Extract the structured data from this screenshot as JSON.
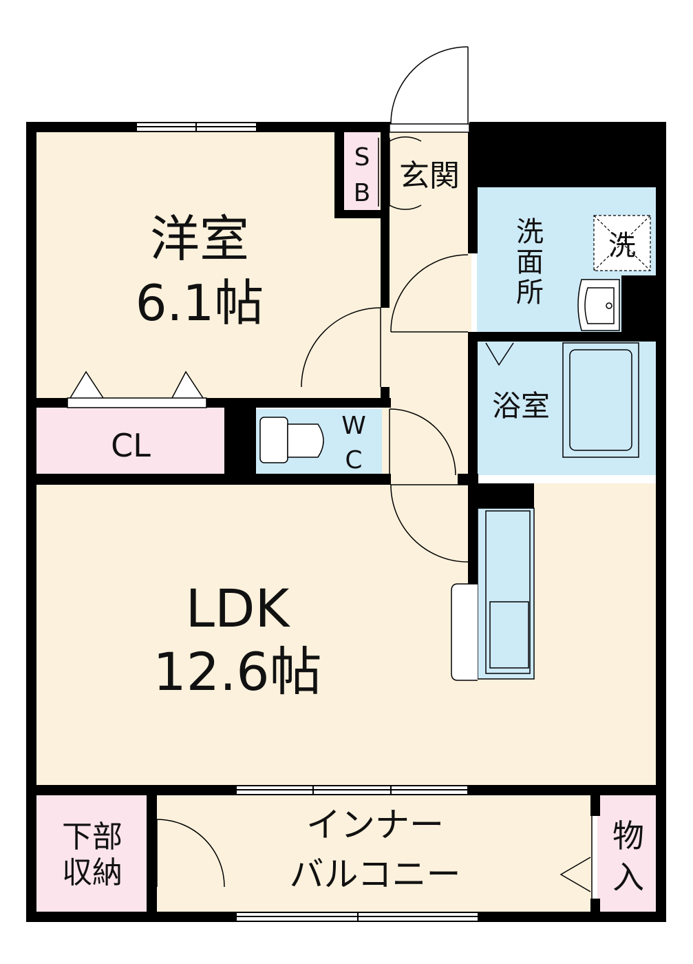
{
  "rooms": {
    "western": {
      "name": "洋室",
      "size": "6.1帖"
    },
    "closet": {
      "name": "CL"
    },
    "shoe_box": {
      "line1": "S",
      "line2": "B"
    },
    "entrance": {
      "name": "玄関"
    },
    "washroom": {
      "line1": "洗",
      "line2": "面",
      "line3": "所"
    },
    "washer": {
      "name": "洗"
    },
    "bath": {
      "name": "浴室"
    },
    "wc": {
      "line1": "W",
      "line2": "C"
    },
    "ldk": {
      "name": "LDK",
      "size": "12.6帖"
    },
    "under_storage": {
      "line1": "下部",
      "line2": "収納"
    },
    "balcony": {
      "line1": "インナー",
      "line2": "バルコニー"
    },
    "storeroom": {
      "line1": "物",
      "line2": "入"
    }
  },
  "colors": {
    "room_floor": "#fbf1dc",
    "wet_area": "#cdeaf7",
    "storage": "#fbe4ec",
    "wall": "#000000"
  }
}
